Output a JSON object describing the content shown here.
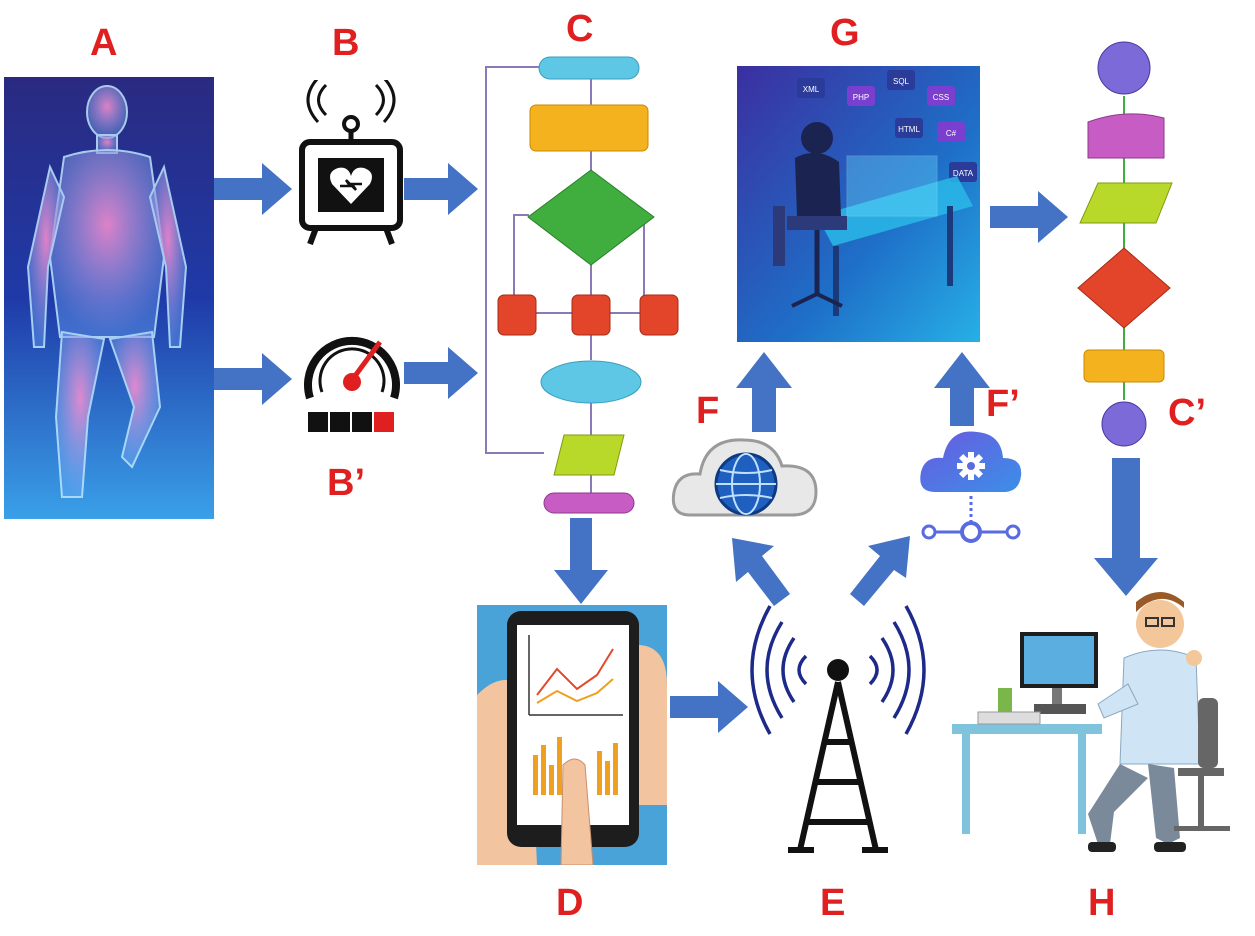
{
  "labels": {
    "A": "A",
    "B": "B",
    "B_prime": "B’",
    "C": "C",
    "C_prime": "C’",
    "D": "D",
    "E": "E",
    "F": "F",
    "F_prime": "F’",
    "G": "G",
    "H": "H"
  },
  "screen_tags": [
    "XML",
    "PHP",
    "SQL",
    "CSS",
    "HTML",
    "C#",
    "DATA"
  ],
  "colors": {
    "label_red": "#e02020",
    "arrow_blue": "#4472c4",
    "flow_line": "#8a7bb8",
    "pill_cyan": "#5ec7e6",
    "box_orange": "#f5b21f",
    "diamond_green": "#3fae3f",
    "card_red": "#e2452a",
    "para_lime": "#b9d92a",
    "pill_pink": "#c65cc4",
    "body_blue": "#1e2a8a"
  }
}
